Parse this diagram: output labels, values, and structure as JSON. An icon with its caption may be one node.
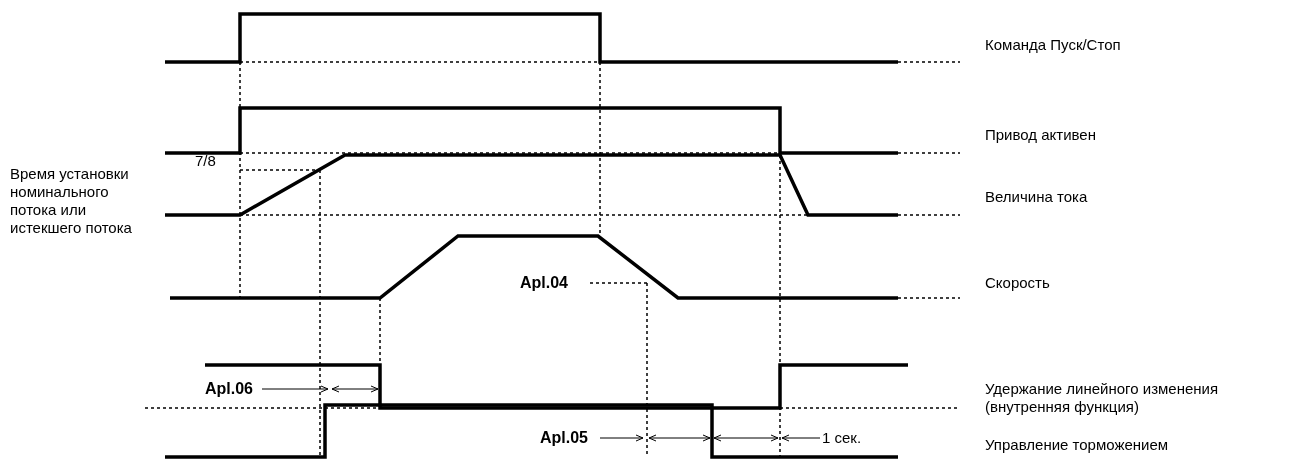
{
  "diagram": {
    "labels": [
      "Команда Пуск/Стоп",
      "Привод активен",
      "7/8",
      "Время установки номинального потока или истекшего потока",
      "Величина тока",
      "Apl.04",
      "Скорость",
      "Apl.06",
      "Удержание линейного изменения (внутренняя функция)",
      "Apl.05",
      "1 сек.",
      "Управление торможением"
    ]
  }
}
